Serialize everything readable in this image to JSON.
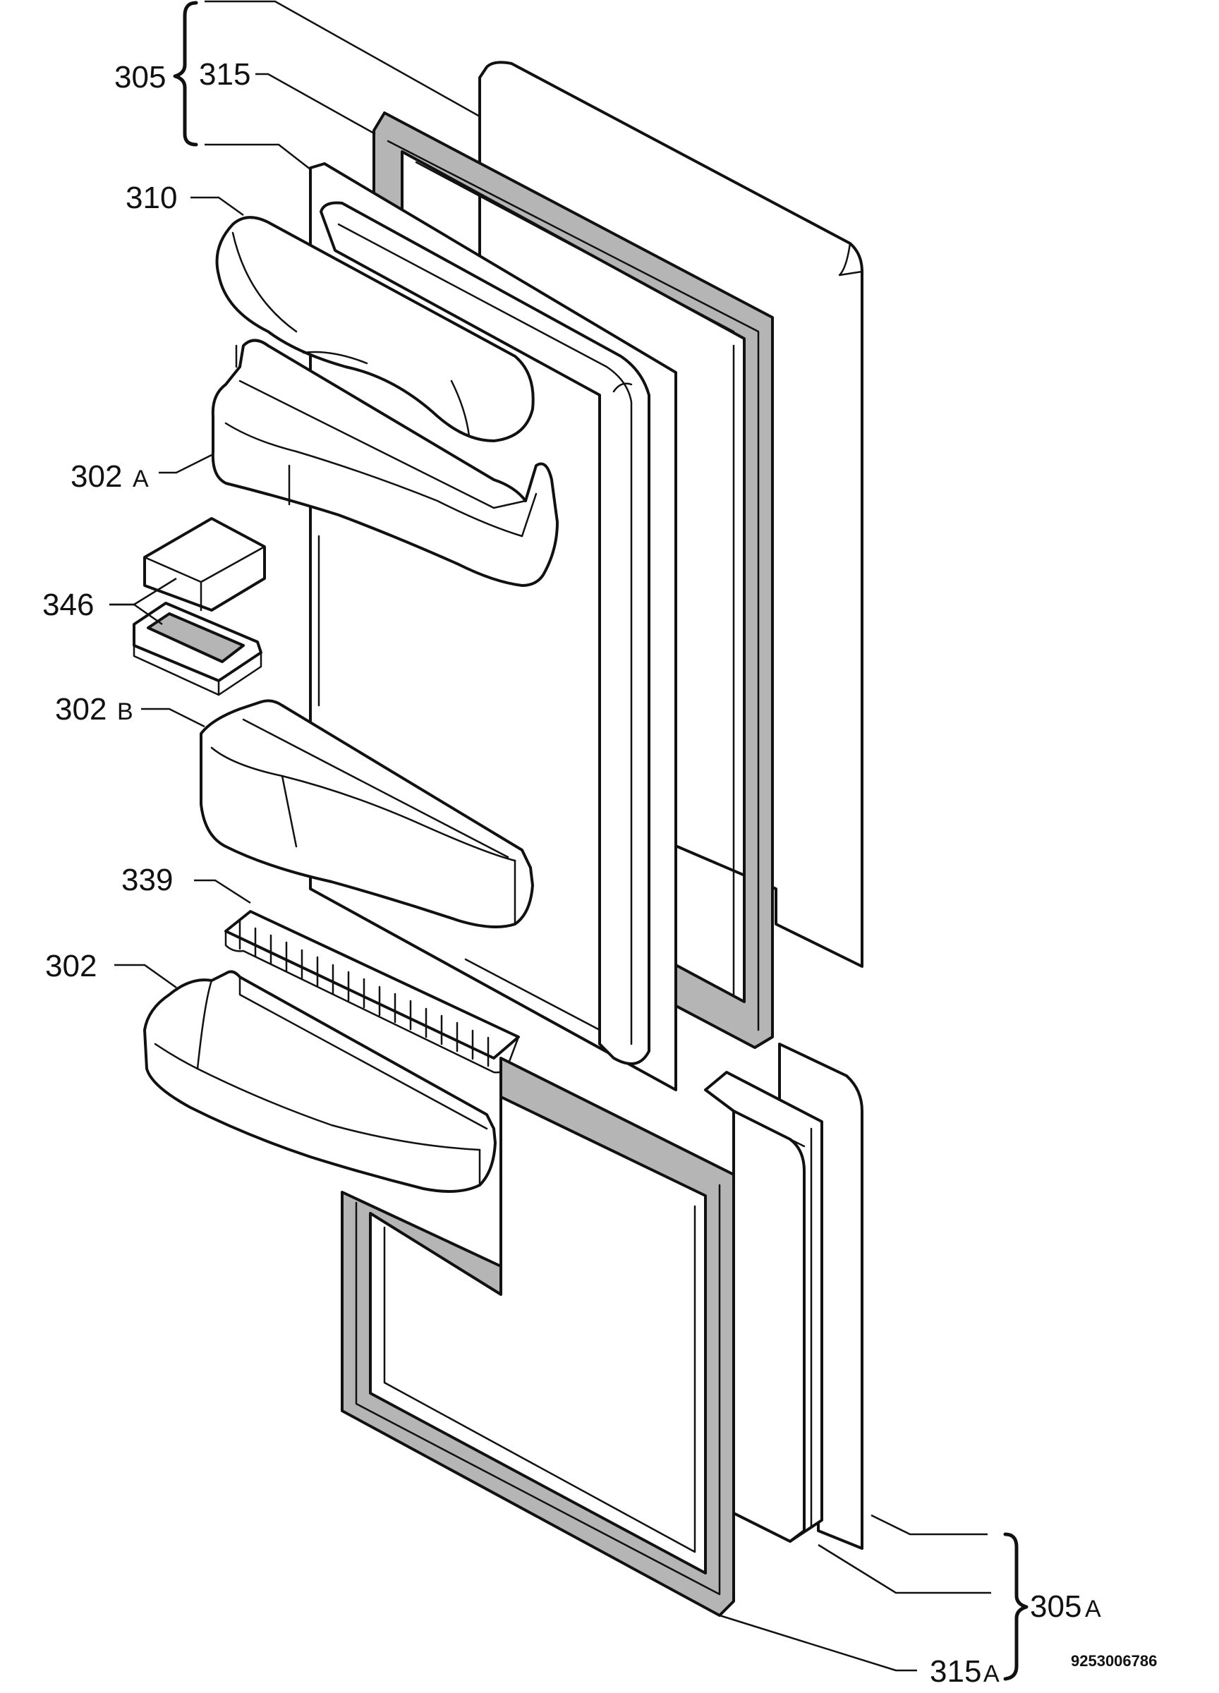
{
  "diagram": {
    "labels": {
      "l305": "305",
      "l315": "315",
      "l310": "310",
      "l302a_num": "302",
      "l302a_sfx": "A",
      "l346": "346",
      "l302b_num": "302",
      "l302b_sfx": "B",
      "l339": "339",
      "l302": "302",
      "l305a_num": "305",
      "l305a_sfx": "A",
      "l315a_num": "315",
      "l315a_sfx": "A"
    },
    "document_number": "9253006786"
  }
}
